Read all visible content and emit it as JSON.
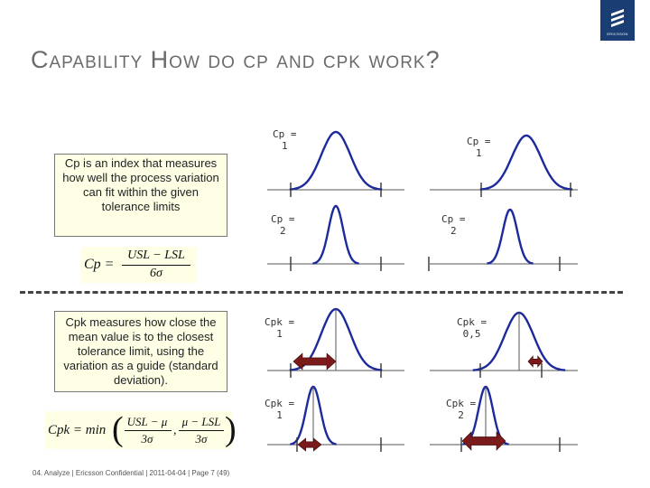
{
  "logo": {
    "text": "ERICSSON",
    "icon": "ericsson-logo-icon"
  },
  "title": "Capability How do cp and cpk work?",
  "cp_box": {
    "term": "Cp",
    "text": " is an index that measures how well the process variation can fit within the given tolerance limits"
  },
  "cpk_box": {
    "term": "Cpk",
    "text": " measures how close the mean value is to the closest tolerance limit, using the variation as a guide (standard deviation)."
  },
  "formula_cp": {
    "lhs": "Cp =",
    "numerator": "USL − LSL",
    "denominator": "6σ"
  },
  "formula_cpk": {
    "lhs": "Cpk = min",
    "term1_numerator": "USL − μ",
    "term1_denominator": "3σ",
    "separator": ",",
    "term2_numerator": "μ − LSL",
    "term2_denominator": "3σ"
  },
  "plots": {
    "p1": {
      "label_line1": "Cp =",
      "label_line2": "1"
    },
    "p2": {
      "label_line1": "Cp =",
      "label_line2": "1"
    },
    "p3": {
      "label_line1": "Cp =",
      "label_line2": "2"
    },
    "p4": {
      "label_line1": "Cp =",
      "label_line2": "2"
    },
    "p5": {
      "label_line1": "Cpk =",
      "label_line2": "1"
    },
    "p6": {
      "label_line1": "Cpk =",
      "label_line2": "0,5"
    },
    "p7": {
      "label_line1": "Cpk =",
      "label_line2": "1"
    },
    "p8": {
      "label_line1": "Cpk =",
      "label_line2": "2"
    }
  },
  "colors": {
    "curve": "#1c2a9c",
    "arrow": "#7a1a1a",
    "title": "#6b6b6b",
    "box_fill": "#ffffe6",
    "logo_bg": "#1a3d73"
  },
  "footer": "04. Analyze | Ericsson Confidential | 2011-04-04 | Page 7 (49)"
}
